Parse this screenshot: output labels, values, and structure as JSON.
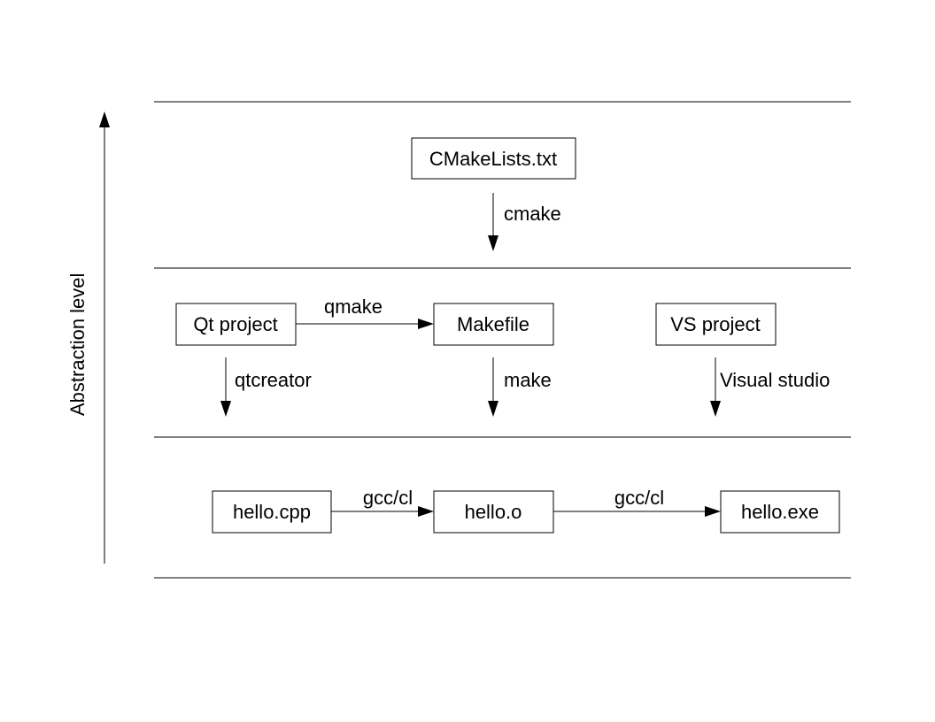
{
  "diagram": {
    "axis_label": "Abstraction  level",
    "nodes": {
      "cmakelists": "CMakeLists.txt",
      "qt_project": "Qt project",
      "makefile": "Makefile",
      "vs_project": "VS project",
      "hello_cpp": "hello.cpp",
      "hello_o": "hello.o",
      "hello_exe": "hello.exe"
    },
    "edges": {
      "cmake": "cmake",
      "qmake": "qmake",
      "qtcreator": "qtcreator",
      "make": "make",
      "visual_studio": "Visual studio",
      "gcc_cl_1": "gcc/cl",
      "gcc_cl_2": "gcc/cl"
    }
  }
}
